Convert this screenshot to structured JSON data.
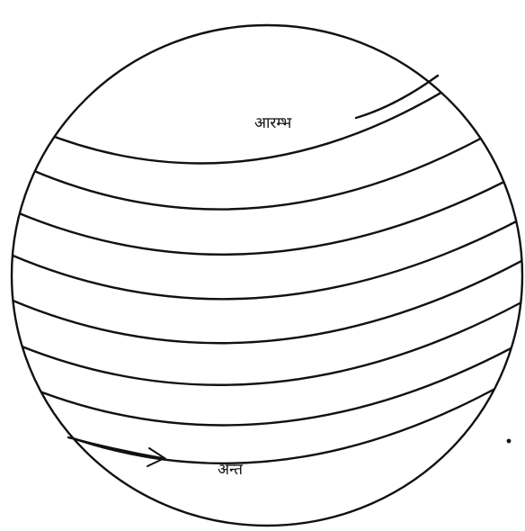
{
  "labels": {
    "start": "आरम्भ",
    "end": "अन्त"
  },
  "colors": {
    "ink": "#111111",
    "paper": "#ffffff"
  },
  "spiral": {
    "bands_drawn": 9,
    "direction": "top-to-bottom",
    "end_marker": "arrow"
  }
}
